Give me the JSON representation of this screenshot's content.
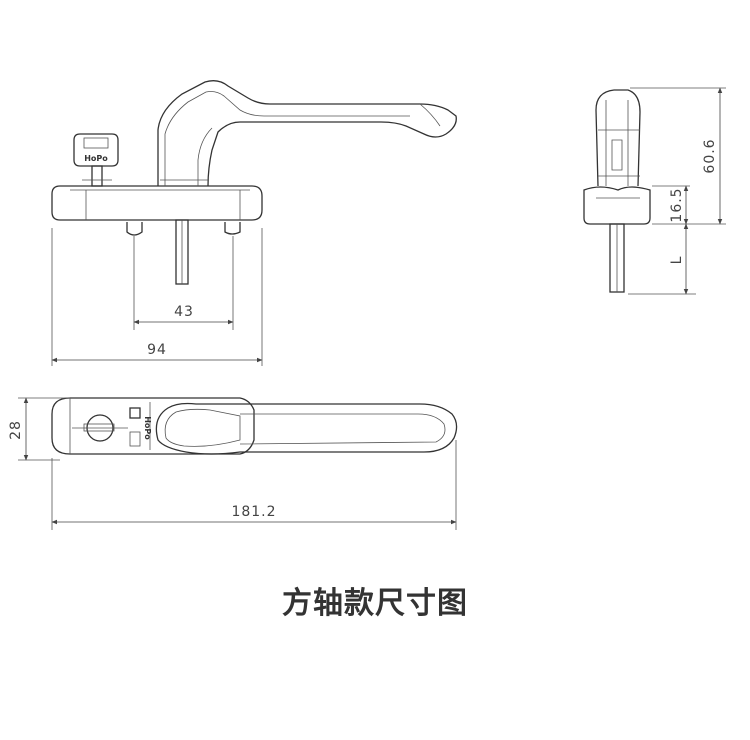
{
  "dimensions": {
    "shaft_spacing": "43",
    "base_width": "94",
    "height_total": "60.6",
    "base_height": "16.5",
    "shaft_length": "L",
    "depth": "28",
    "total_length": "181.2"
  },
  "brand_mark": "HoPo",
  "caption": "方轴款尺寸图",
  "colors": {
    "line": "#333333",
    "background": "#ffffff"
  }
}
